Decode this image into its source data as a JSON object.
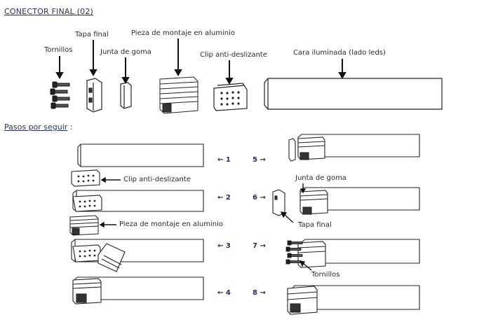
{
  "title": "CONECTOR FINAL  (02)",
  "parts_labels": {
    "tornillos": "Tornillos",
    "tapa_final": "Tapa final",
    "junta_goma": "Junta de goma",
    "pieza_montaje": "Pieza de montaje en aluminio",
    "clip": "Clip anti-deslizante",
    "cara": "Cara iluminada (lado leds)"
  },
  "pasos": {
    "label": "Pasos por seguir",
    "suffix": " :"
  },
  "steps": {
    "s1": "← 1",
    "s2": "← 2",
    "s3": "← 3",
    "s4": "← 4",
    "s5": "5 →",
    "s6": "6 →",
    "s7": "7 →",
    "s8": "8 →"
  },
  "step_labels": {
    "clip": "Clip anti-deslizante",
    "pieza": "Pieza de montaje en aluminio",
    "junta": "Junta de goma",
    "tapa": "Tapa final",
    "tornillos": "Tornillos"
  }
}
